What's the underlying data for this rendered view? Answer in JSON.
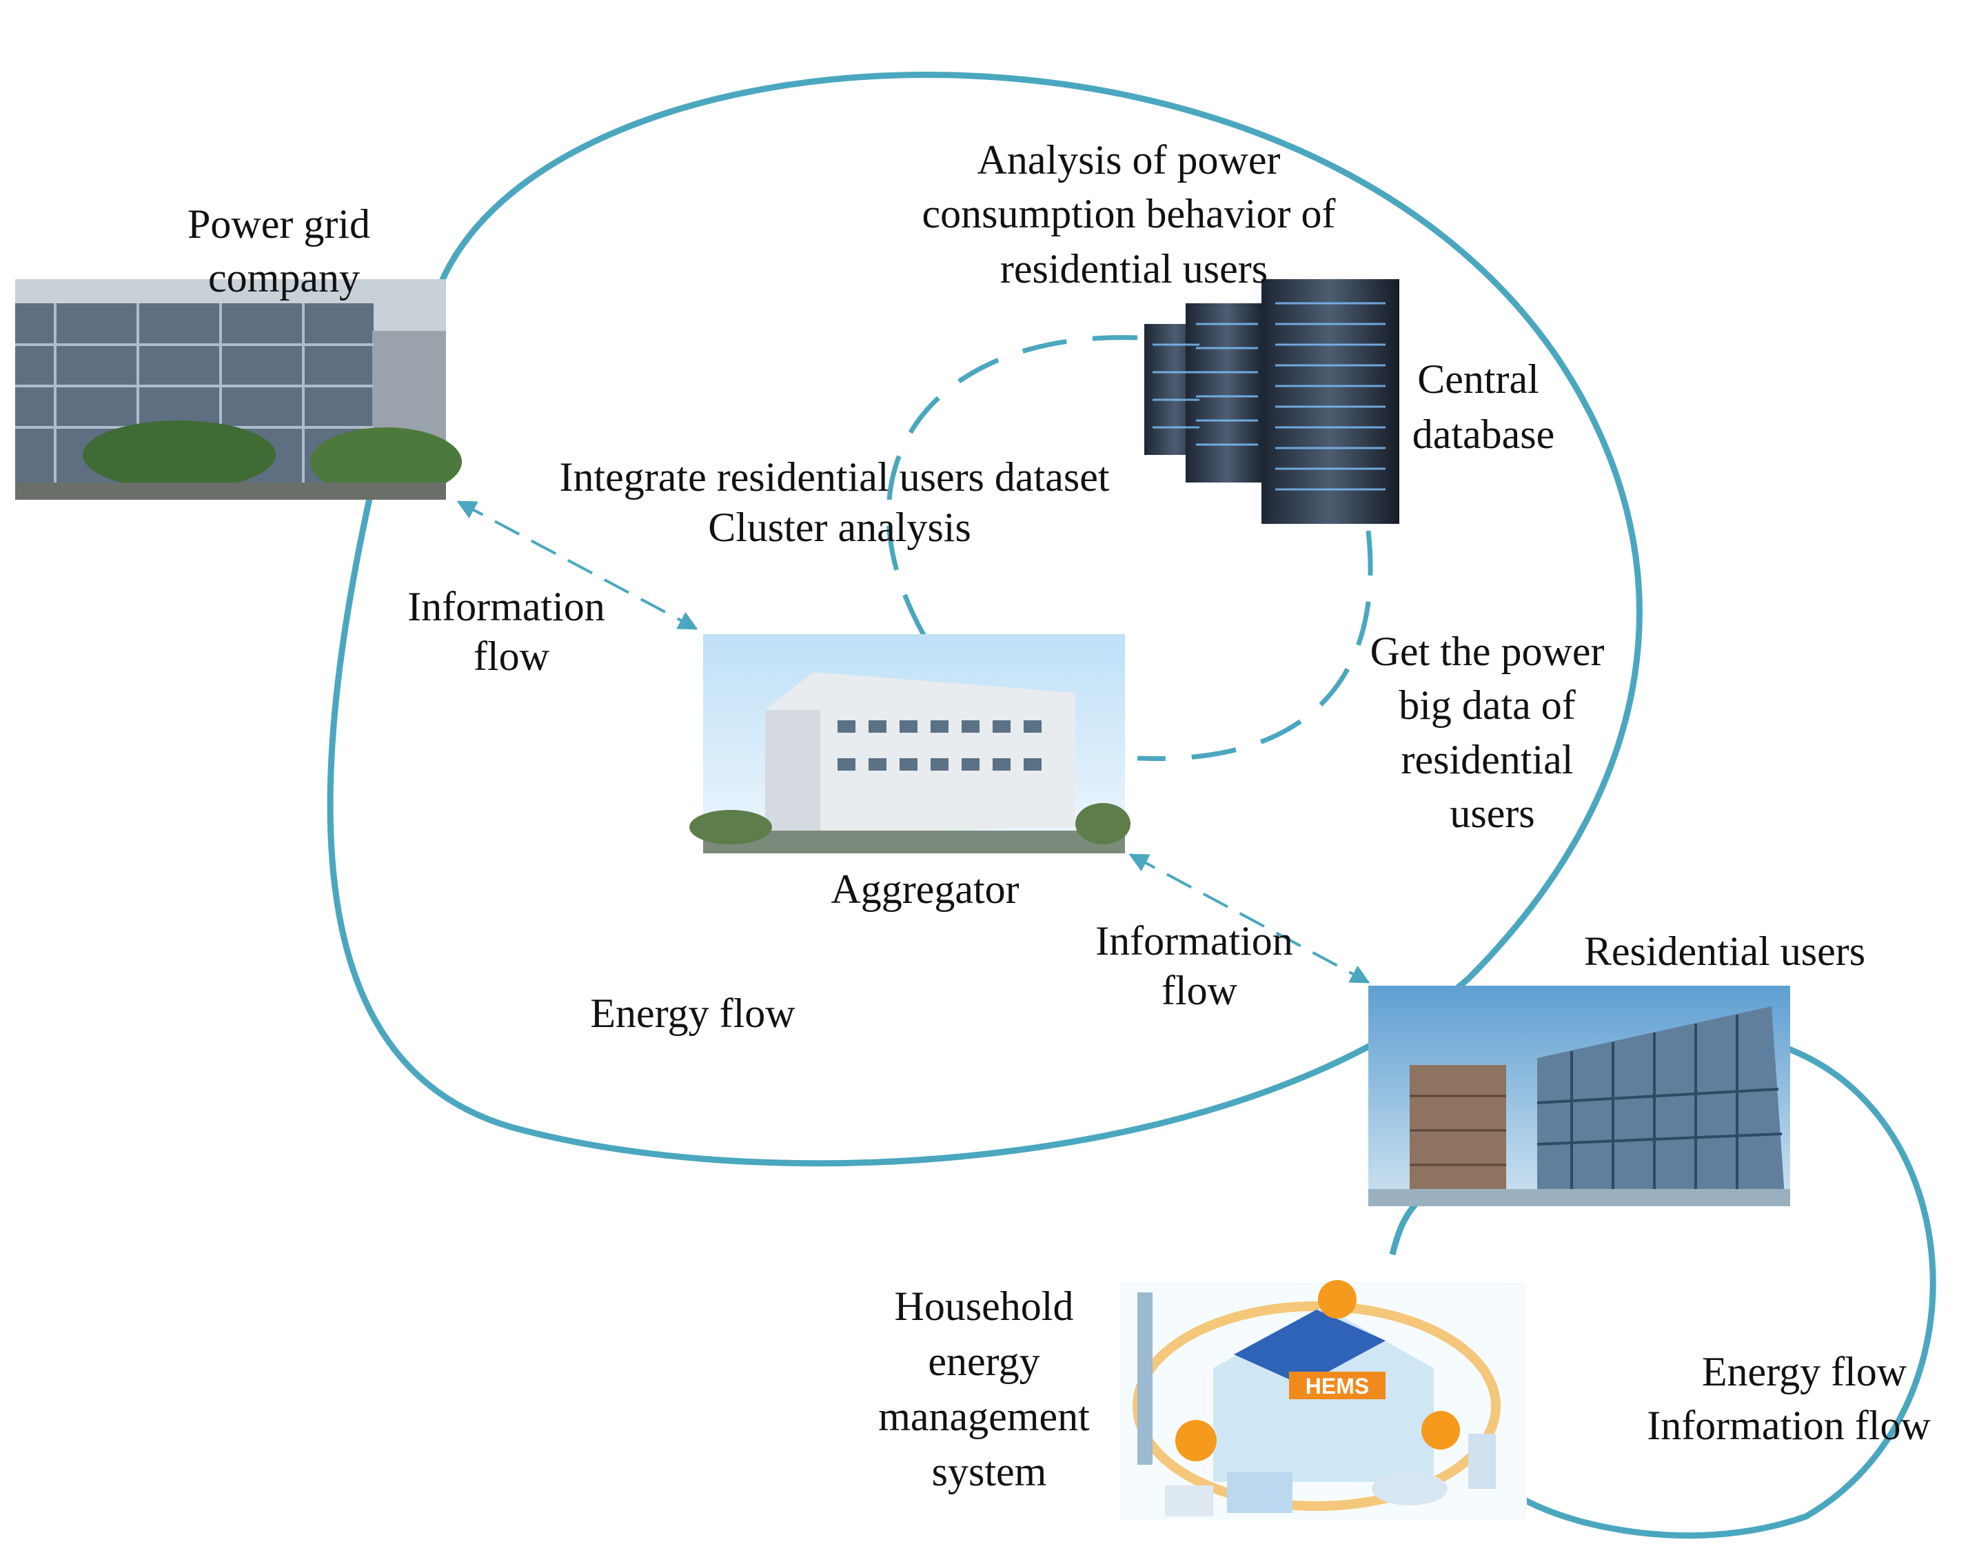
{
  "colors": {
    "flow_line": "#4aa7bf",
    "text": "#111111"
  },
  "nodes": {
    "power_grid": {
      "label_lines": [
        "Power grid",
        "company"
      ]
    },
    "central_db": {
      "label_lines": [
        "Central",
        "database"
      ]
    },
    "aggregator": {
      "label_lines": [
        "Aggregator"
      ]
    },
    "residential": {
      "label_lines": [
        "Residential users"
      ]
    },
    "hems": {
      "label_lines": [
        "Household",
        "energy",
        "management",
        "system"
      ],
      "badge": "HEMS"
    }
  },
  "annotations": {
    "analysis": [
      "Analysis of power",
      "consumption behavior of",
      "residential users"
    ],
    "integrate": [
      "Integrate residential users dataset",
      "Cluster analysis"
    ],
    "get_data": [
      "Get the power",
      "big data of",
      "residential",
      "users"
    ],
    "info_flow_left": [
      "Information",
      "flow"
    ],
    "info_flow_right": [
      "Information",
      "flow"
    ],
    "energy_flow_main": [
      "Energy flow"
    ],
    "hems_loop": [
      "Energy flow",
      "Information flow"
    ]
  },
  "icons": [
    "office-building-photo",
    "server-rack-photo",
    "aggregator-building-photo",
    "apartment-towers-photo",
    "hems-house-illustration"
  ]
}
